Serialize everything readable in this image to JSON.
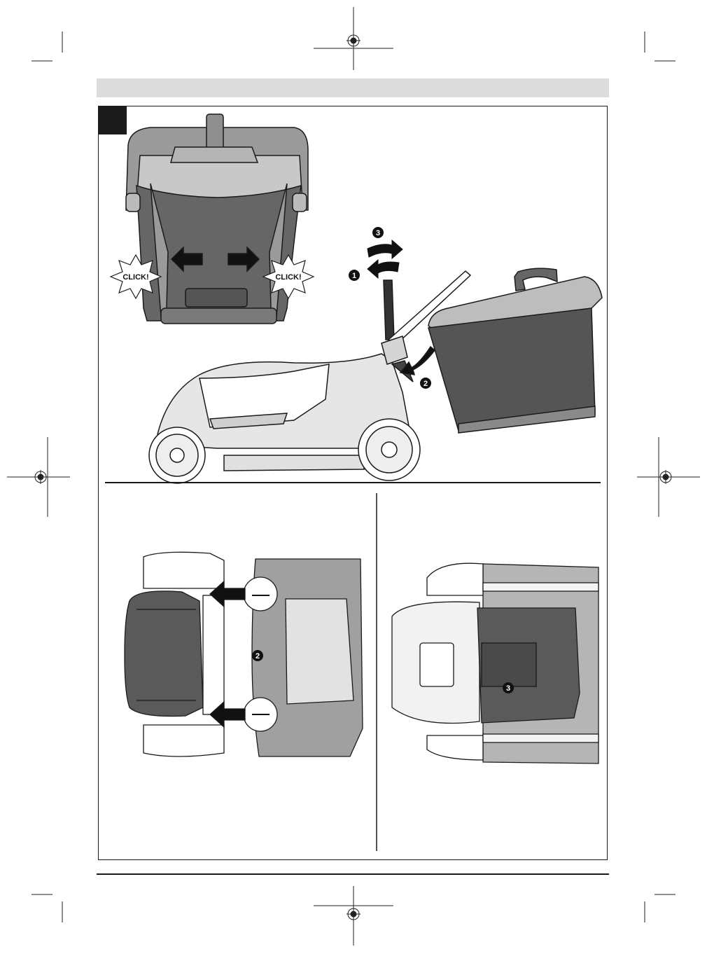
{
  "figure": {
    "click_labels": [
      "CLICK!",
      "CLICK!"
    ],
    "steps": [
      "1",
      "2",
      "3"
    ]
  },
  "colors": {
    "body_dark": "#555555",
    "body_mid": "#9a9a9a",
    "body_light": "#d9d9d9",
    "outline": "#1a1a1a",
    "header_bar": "#dcdcdc"
  }
}
